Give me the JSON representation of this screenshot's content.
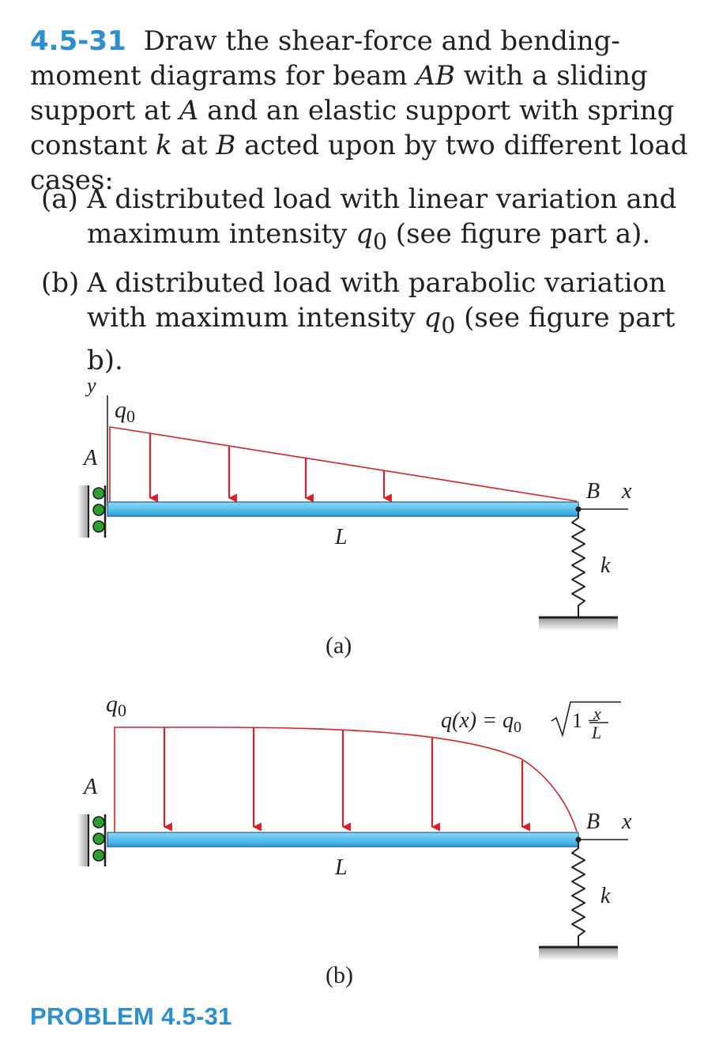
{
  "problem": {
    "number": "4.5-31",
    "statement_pre": "Draw the shear-force and bending-moment diagrams for beam ",
    "beam": "AB",
    "statement_mid1": " with a sliding support at ",
    "support_a": "A",
    "statement_mid2": " and an elastic support with spring constant ",
    "spring": "k",
    "statement_mid3": " at ",
    "support_b": "B",
    "statement_post": " acted upon by two different load cases:"
  },
  "parts": [
    {
      "label": "(a)",
      "text_pre": "A distributed load with linear variation and maximum intensity ",
      "symbol": "q",
      "sub": "0",
      "text_post": " (see figure part a)."
    },
    {
      "label": "(b)",
      "text_pre": "A distributed load with parabolic variation with maximum intensity ",
      "symbol": "q",
      "sub": "0",
      "text_post": " (see figure part b)."
    }
  ],
  "figure_a": {
    "y_axis": "y",
    "load_q": "q",
    "load_sub": "0",
    "support_a": "A",
    "span": "L",
    "support_b": "B",
    "x_axis": "x",
    "spring": "k",
    "caption": "(a)"
  },
  "figure_b": {
    "load_q": "q",
    "load_sub": "0",
    "support_a": "A",
    "formula_lhs": "q(x) = q",
    "formula_sub": "0",
    "formula_one": "1 −",
    "formula_num": "x",
    "formula_den": "L",
    "span": "L",
    "support_b": "B",
    "x_axis": "x",
    "spring": "k",
    "caption": "(b)"
  },
  "caption": "PROBLEM 4.5-31",
  "colors": {
    "accent": "#2b8fd0",
    "load": "#d8202a",
    "beam": "#5cc0ee",
    "roller": "#2ca02c"
  }
}
